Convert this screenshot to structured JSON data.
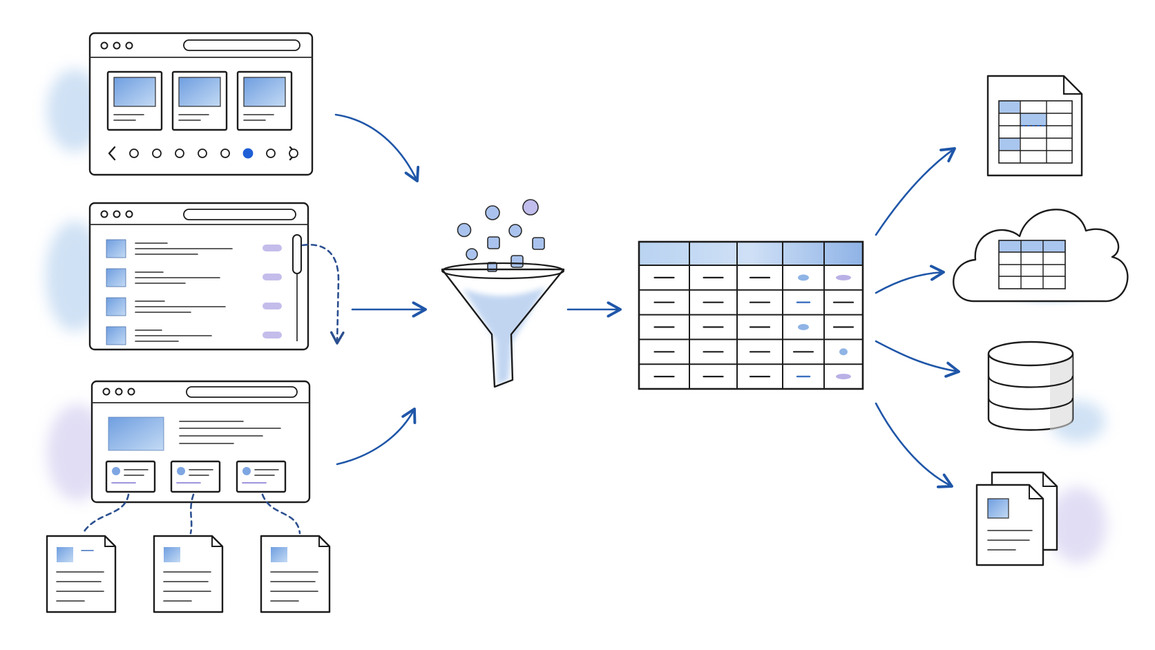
{
  "colors": {
    "ink": "#1c1c1c",
    "arrow_blue": "#1f56a8",
    "wash_blue": "#a9c9ec",
    "wash_lavender": "#c9c3ec",
    "tile_blue": "#8fb4e6",
    "tile_lavender": "#b9b1e6",
    "active_dot": "#1f5fd6"
  },
  "icons": {
    "carousel_page": "carousel-browser-window-icon",
    "scroll_page": "infinite-scroll-list-window-icon",
    "detail_page": "listing-with-detail-pages-window-icon",
    "detail_document": "detail-page-document-icon",
    "funnel": "data-filter-funnel-icon",
    "table": "structured-data-table-icon",
    "spreadsheet": "spreadsheet-file-icon",
    "cloud": "cloud-table-storage-icon",
    "database": "database-cylinder-icon",
    "documents": "document-stack-icon"
  },
  "carousel": {
    "dot_count": 8,
    "active_dot_index": 5
  },
  "table": {
    "rows": 5,
    "columns": 5
  }
}
